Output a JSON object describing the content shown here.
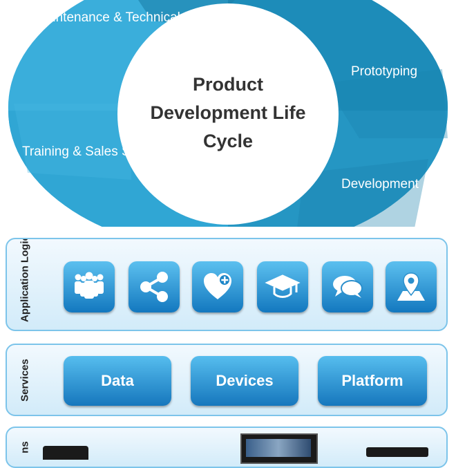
{
  "cycle": {
    "center_title": "Product Development Life Cycle",
    "segments": [
      {
        "label": "Maintenance & Technical Support"
      },
      {
        "label": "Prototyping"
      },
      {
        "label": "Development"
      },
      {
        "label": "Training & Sales Support"
      }
    ],
    "colors": {
      "outer": "#2aa0cc",
      "dark": "#1a7fa8",
      "light": "#4fbbe3",
      "center": "#ffffff"
    }
  },
  "layers": {
    "application_logic": {
      "title": "Application Logic",
      "icons": [
        "people-group-icon",
        "share-icon",
        "heart-plus-icon",
        "graduation-cap-icon",
        "chat-bubbles-icon",
        "map-pin-icon"
      ]
    },
    "services": {
      "title": "Services",
      "buttons": [
        "Data",
        "Devices",
        "Platform"
      ]
    },
    "third": {
      "title": "ns"
    }
  }
}
